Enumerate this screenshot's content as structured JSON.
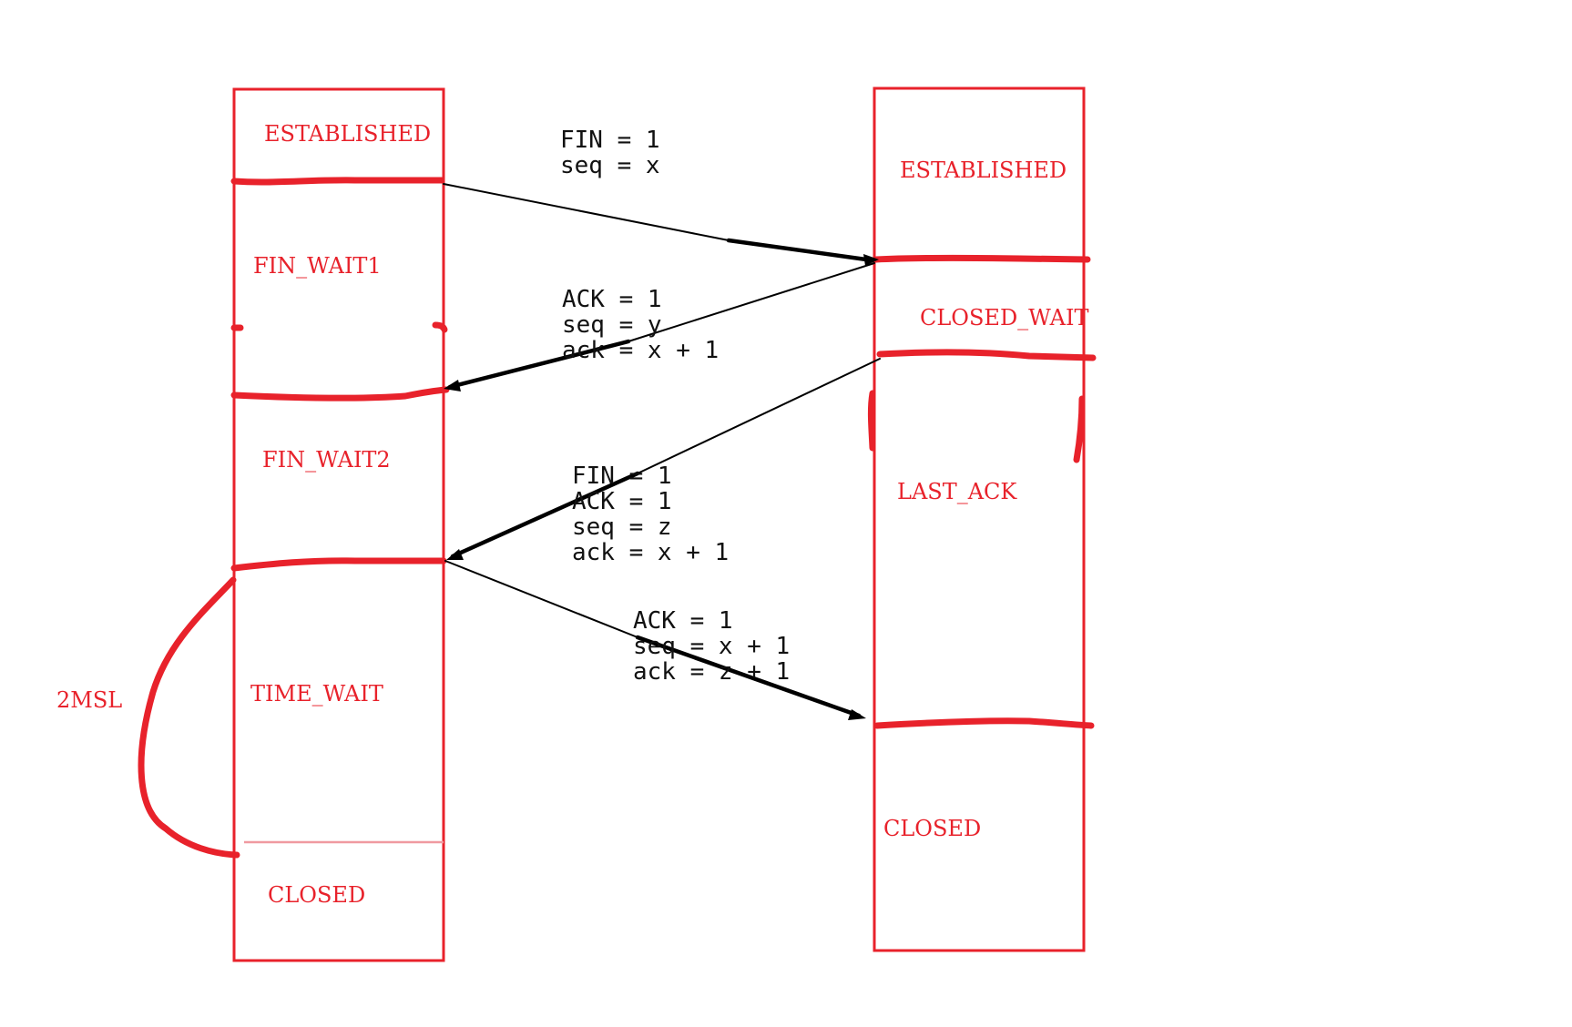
{
  "client": {
    "states": [
      "ESTABLISHED",
      "FIN_WAIT1",
      "FIN_WAIT2",
      "TIME_WAIT",
      "CLOSED"
    ]
  },
  "server": {
    "states": [
      "ESTABLISHED",
      "CLOSED_WAIT",
      "LAST_ACK",
      "CLOSED"
    ]
  },
  "timer": {
    "label": "2MSL"
  },
  "messages": [
    {
      "lines": [
        "FIN = 1",
        "seq = x"
      ]
    },
    {
      "lines": [
        "ACK = 1",
        "seq = y",
        "ack = x + 1"
      ]
    },
    {
      "lines": [
        "FIN = 1",
        "ACK = 1",
        "seq = z",
        "ack = x + 1"
      ]
    },
    {
      "lines": [
        "ACK = 1",
        "seq = x + 1",
        "ack = z + 1"
      ]
    }
  ],
  "colors": {
    "state": "#e8222b",
    "message": "#111111",
    "arrow": "#000000"
  }
}
